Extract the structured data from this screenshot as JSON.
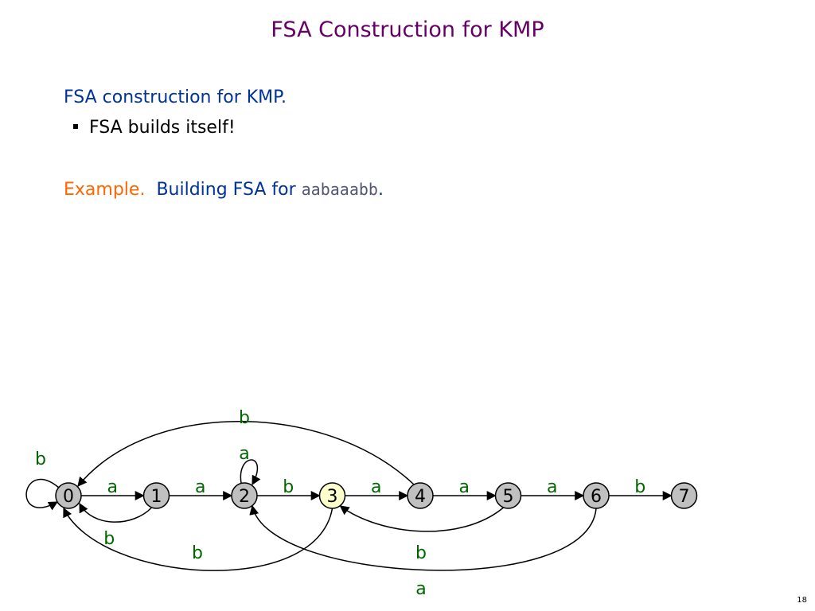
{
  "slide": {
    "title": "FSA Construction for KMP",
    "heading": "FSA construction for KMP.",
    "bullet": "FSA builds itself!",
    "example_label": "Example.",
    "example_text": "Building FSA for",
    "pattern": "aabaaabb",
    "period": ".",
    "page_number": "18"
  },
  "colors": {
    "title": "#660066",
    "text": "#003399",
    "example": "#ff6600",
    "edge_label": "#006600",
    "state_fill": "#c0c0c0",
    "current_state_fill": "#ffffcc"
  },
  "fsa": {
    "states": [
      "0",
      "1",
      "2",
      "3",
      "4",
      "5",
      "6",
      "7"
    ],
    "current_state": "3",
    "edges": [
      {
        "from": "0",
        "to": "1",
        "label": "a"
      },
      {
        "from": "1",
        "to": "2",
        "label": "a"
      },
      {
        "from": "2",
        "to": "3",
        "label": "b"
      },
      {
        "from": "3",
        "to": "4",
        "label": "a"
      },
      {
        "from": "4",
        "to": "5",
        "label": "a"
      },
      {
        "from": "5",
        "to": "6",
        "label": "a"
      },
      {
        "from": "6",
        "to": "7",
        "label": "b"
      },
      {
        "from": "0",
        "to": "0",
        "label": "b"
      },
      {
        "from": "1",
        "to": "0",
        "label": "b"
      },
      {
        "from": "2",
        "to": "2",
        "label": "a"
      },
      {
        "from": "3",
        "to": "0",
        "label": "b"
      },
      {
        "from": "4",
        "to": "0",
        "label": "b"
      },
      {
        "from": "5",
        "to": "3",
        "label": "b"
      },
      {
        "from": "6",
        "to": "2",
        "label": "a"
      }
    ]
  }
}
